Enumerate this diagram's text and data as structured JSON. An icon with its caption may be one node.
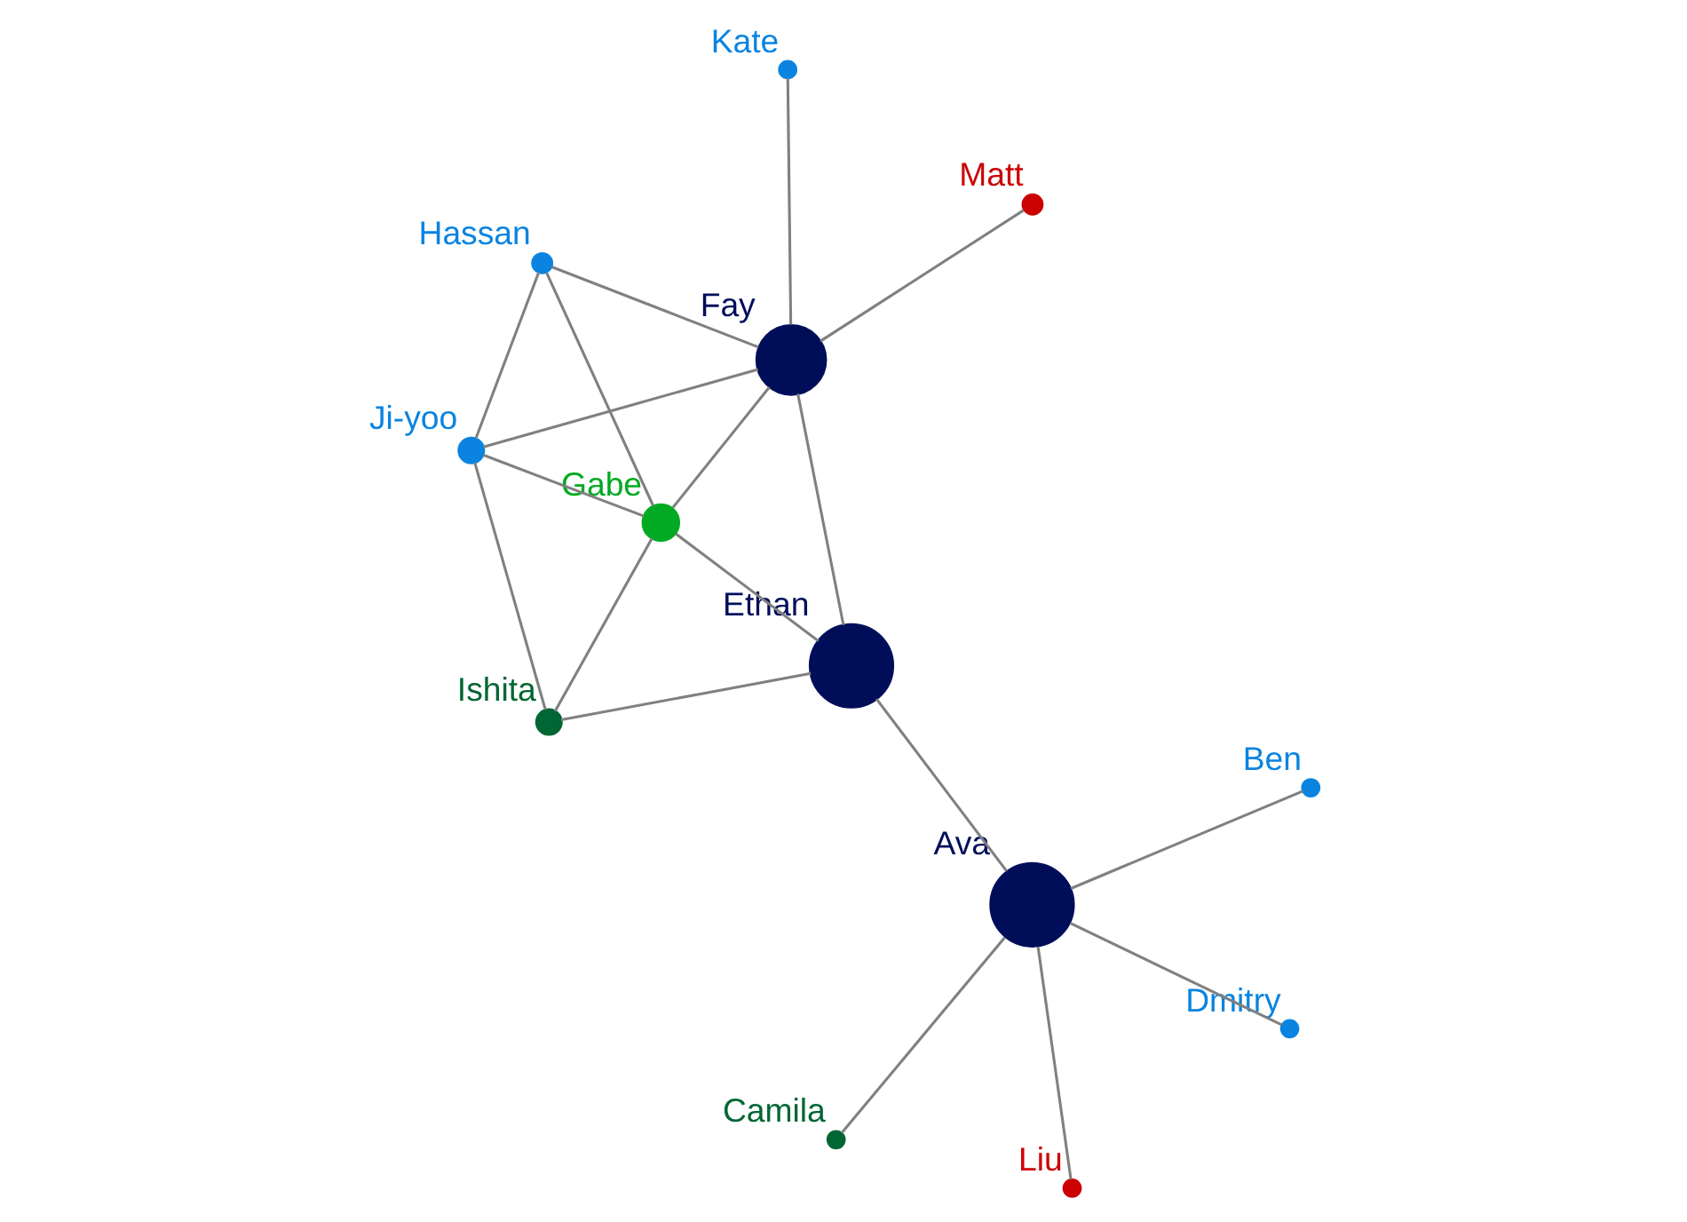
{
  "diagram": {
    "nodes": [
      {
        "text": [
          "Hassan"
        ]
      },
      {
        "text": [
          "Matt"
        ]
      },
      {
        "text": [
          "Ji-yoo"
        ]
      },
      {
        "text": [
          "Kate"
        ]
      },
      {
        "text": [
          "Fay"
        ]
      },
      {
        "text": [
          "Gabe"
        ]
      },
      {
        "text": [
          "Ishita"
        ]
      },
      {
        "text": [
          "Ethan"
        ]
      },
      {
        "text": [
          "Ava"
        ]
      },
      {
        "text": [
          "Dmitry"
        ]
      },
      {
        "text": [
          "Liu"
        ]
      },
      {
        "text": [
          "Camila"
        ]
      },
      {
        "text": [
          "Ben"
        ]
      }
    ],
    "edges": [
      {
        "from": 0,
        "to": 2,
        "arrow": "none"
      },
      {
        "from": 0,
        "to": 5,
        "arrow": "none"
      },
      {
        "from": 0,
        "to": 4,
        "arrow": "none"
      },
      {
        "from": 1,
        "to": 4,
        "arrow": "none"
      },
      {
        "from": 2,
        "to": 4,
        "arrow": "none"
      },
      {
        "from": 2,
        "to": 5,
        "arrow": "none"
      },
      {
        "from": 2,
        "to": 6,
        "arrow": "none"
      },
      {
        "from": 3,
        "to": 4,
        "arrow": "none"
      },
      {
        "from": 5,
        "to": 4,
        "arrow": "none"
      },
      {
        "from": 5,
        "to": 6,
        "arrow": "none"
      },
      {
        "from": 5,
        "to": 7,
        "arrow": "none"
      },
      {
        "from": 4,
        "to": 7,
        "arrow": "none"
      },
      {
        "from": 6,
        "to": 7,
        "arrow": "none"
      },
      {
        "from": 7,
        "to": 8,
        "arrow": "none"
      },
      {
        "from": 8,
        "to": 10,
        "arrow": "none"
      },
      {
        "from": 8,
        "to": 11,
        "arrow": "none"
      },
      {
        "from": 8,
        "to": 12,
        "arrow": "none"
      },
      {
        "from": 8,
        "to": 9,
        "arrow": "none"
      }
    ]
  }
}
